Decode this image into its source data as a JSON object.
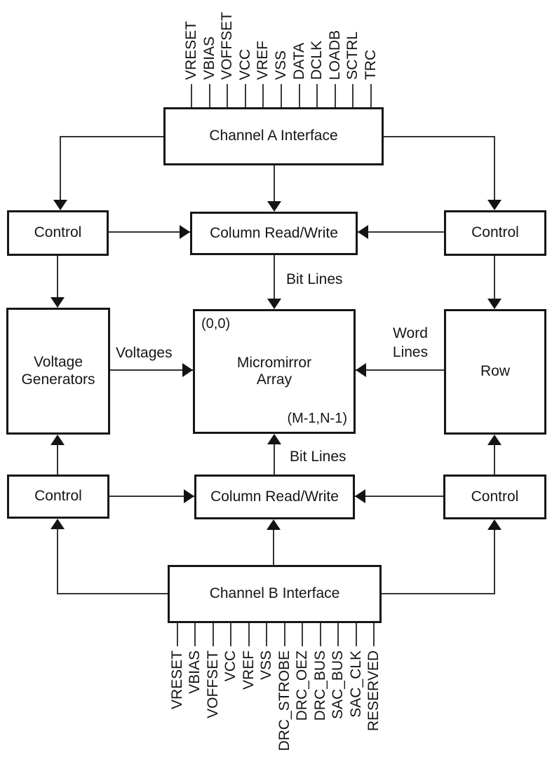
{
  "diagram": {
    "channel_a": {
      "label": "Channel A Interface",
      "pins": [
        "VRESET",
        "VBIAS",
        "VOFFSET",
        "VCC",
        "VREF",
        "VSS",
        "DATA",
        "DCLK",
        "LOADB",
        "SCTRL",
        "TRC"
      ]
    },
    "channel_b": {
      "label": "Channel B Interface",
      "pins": [
        "VRESET",
        "VBIAS",
        "VOFFSET",
        "VCC",
        "VREF",
        "VSS",
        "DRC_STROBE",
        "DRC_OEZ",
        "DRC_BUS",
        "SAC_BUS",
        "SAC_CLK",
        "RESERVED"
      ]
    },
    "blocks": {
      "control_top_left": "Control",
      "column_rw_top": "Column Read/Write",
      "control_top_right": "Control",
      "voltage_generators": "Voltage Generators",
      "micromirror_array": "Micromirror Array",
      "row": "Row",
      "control_bottom_left": "Control",
      "column_rw_bottom": "Column Read/Write",
      "control_bottom_right": "Control"
    },
    "labels": {
      "bit_lines_top": "Bit Lines",
      "bit_lines_bottom": "Bit Lines",
      "voltages": "Voltages",
      "word_lines": "Word Lines",
      "array_origin": "(0,0)",
      "array_extent": "(M-1,N-1)"
    },
    "colors": {
      "background": "#ffffff",
      "line": "#343434",
      "border": "#161616",
      "text": "#161616"
    }
  }
}
